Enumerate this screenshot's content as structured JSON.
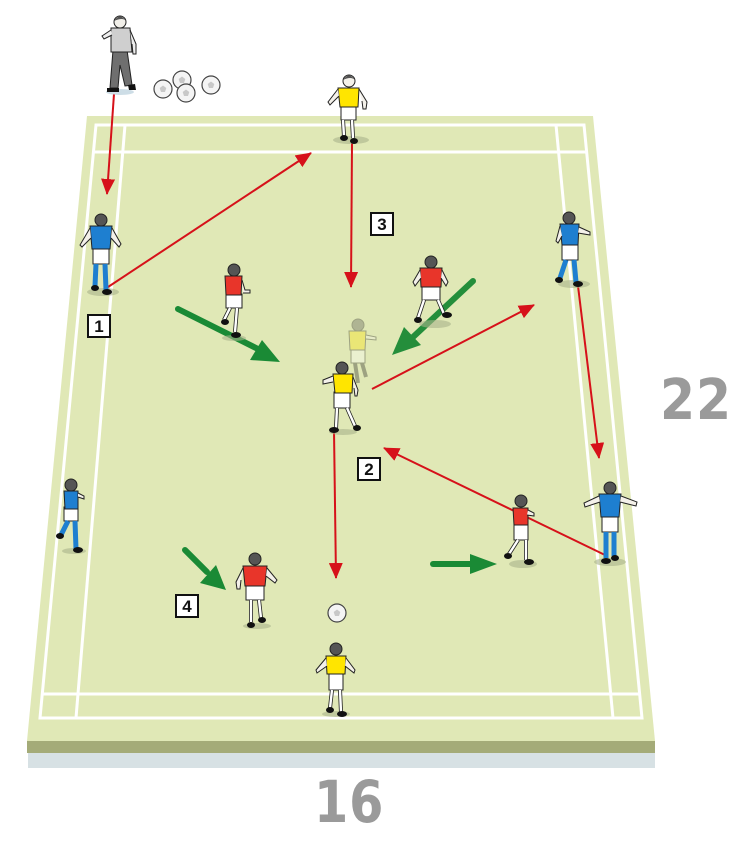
{
  "diagram": {
    "type": "soccer-training-drill",
    "pitch": {
      "colors": {
        "surface": "#e0e8b6",
        "lines": "#ffffff",
        "edge": "#a4ab78",
        "base": "#d7e1e4"
      },
      "dimensions": {
        "width_label": "16",
        "length_label": "22"
      }
    },
    "step_markers": [
      {
        "id": "1",
        "label": "1"
      },
      {
        "id": "2",
        "label": "2"
      },
      {
        "id": "3",
        "label": "3"
      },
      {
        "id": "4",
        "label": "4"
      }
    ],
    "teams": {
      "blue": {
        "color": "#1e7fd0",
        "role": "outside players",
        "count": 4
      },
      "red": {
        "color": "#e8352a",
        "role": "defenders",
        "count": 4
      },
      "yellow": {
        "color": "#ffe500",
        "role": "attackers",
        "count": 3
      },
      "coach": {
        "color": "#a9a9a9",
        "count": 1
      }
    },
    "balls": {
      "spare_count": 4,
      "in_play_count": 1
    },
    "arrow_legend": {
      "pass": {
        "color": "#d6111a",
        "meaning": "ball movement"
      },
      "run": {
        "color": "#1a8a35",
        "meaning": "player movement"
      }
    }
  }
}
